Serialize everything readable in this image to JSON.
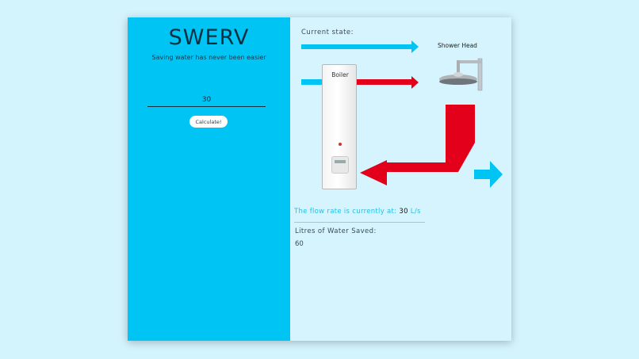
{
  "app": {
    "brand": "SWERV",
    "tagline": "Saving water has never been easier"
  },
  "form": {
    "flow_value": "30",
    "calculate_label": "Calculate!"
  },
  "diagram": {
    "current_state_label": "Current state:",
    "shower_head_label": "Shower Head",
    "boiler_label": "Boiler",
    "colors": {
      "cold": "#00c4f4",
      "hot": "#e3001b"
    }
  },
  "results": {
    "flow_prefix": "The flow rate is currently at:",
    "flow_value": "30",
    "flow_unit": "L/s",
    "saved_label": "Litres of Water Saved:",
    "saved_value": "60"
  }
}
